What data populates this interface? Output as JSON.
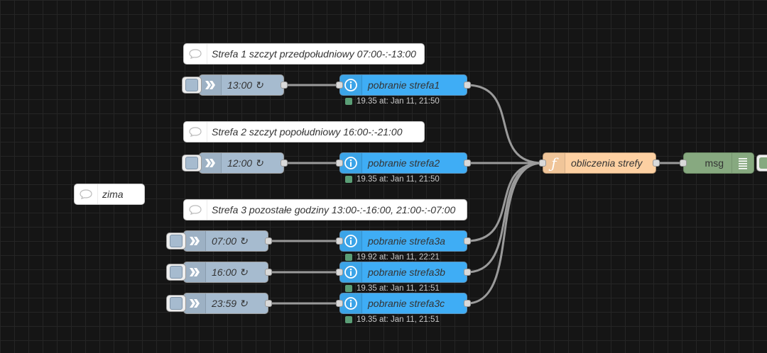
{
  "colors": {
    "canvas_bg": "#151515",
    "inject": "#a6bbcf",
    "info": "#3fadf5",
    "function": "#fdd0a2",
    "debug": "#87a980",
    "status_ok": "#5a9e76"
  },
  "comments": [
    {
      "label": "Strefa 1 szczyt przedpołudniowy 07:00-:-13:00",
      "icon": "comment-icon"
    },
    {
      "label": "Strefa 2 szczyt popołudniowy 16:00-:-21:00",
      "icon": "comment-icon"
    },
    {
      "label": "zima",
      "icon": "comment-icon"
    },
    {
      "label": "Strefa 3 pozostałe godziny 13:00-:-16:00, 21:00-:-07:00",
      "icon": "comment-icon"
    }
  ],
  "injects": [
    {
      "label": "13:00 ↻",
      "icon": "arrow-in-icon"
    },
    {
      "label": "12:00 ↻",
      "icon": "arrow-in-icon"
    },
    {
      "label": "07:00 ↻",
      "icon": "arrow-in-icon"
    },
    {
      "label": "16:00 ↻",
      "icon": "arrow-in-icon"
    },
    {
      "label": "23:59 ↻",
      "icon": "arrow-in-icon"
    }
  ],
  "fetch_nodes": [
    {
      "label": "pobranie strefa1",
      "status": "19.35 at: Jan 11, 21:50",
      "icon": "info-icon"
    },
    {
      "label": "pobranie strefa2",
      "status": "19.35 at: Jan 11, 21:50",
      "icon": "info-icon"
    },
    {
      "label": "pobranie strefa3a",
      "status": "19.92 at: Jan 11, 22:21",
      "icon": "info-icon"
    },
    {
      "label": "pobranie strefa3b",
      "status": "19.35 at: Jan 11, 21:51",
      "icon": "info-icon"
    },
    {
      "label": "pobranie strefa3c",
      "status": "19.35 at: Jan 11, 21:51",
      "icon": "info-icon"
    }
  ],
  "function_node": {
    "label": "obliczenia strefy",
    "icon": "function-icon"
  },
  "debug_node": {
    "label": "msg",
    "icon": "list-icon"
  }
}
